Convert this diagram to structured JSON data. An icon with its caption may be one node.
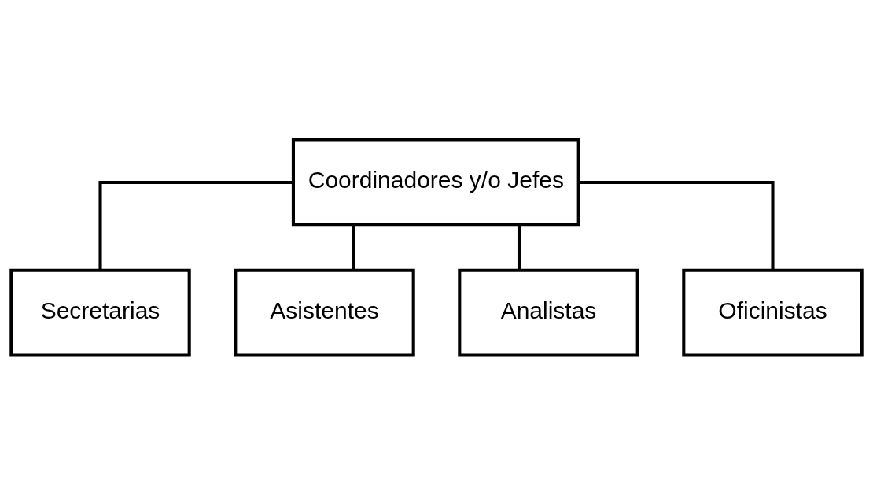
{
  "diagram": {
    "nodes": [
      {
        "text": [
          "Coordinadores y/o Jefes"
        ]
      },
      {
        "text": [
          "Secretarias"
        ]
      },
      {
        "text": [
          "Asistentes"
        ]
      },
      {
        "text": [
          "Analistas"
        ]
      },
      {
        "text": [
          "Oficinistas"
        ]
      }
    ],
    "edges": [
      {
        "from": 0,
        "to": 1,
        "arrow": "none"
      },
      {
        "from": 0,
        "to": 2,
        "arrow": "none"
      },
      {
        "from": 0,
        "to": 3,
        "arrow": "none"
      },
      {
        "from": 0,
        "to": 4,
        "arrow": "none"
      }
    ]
  }
}
